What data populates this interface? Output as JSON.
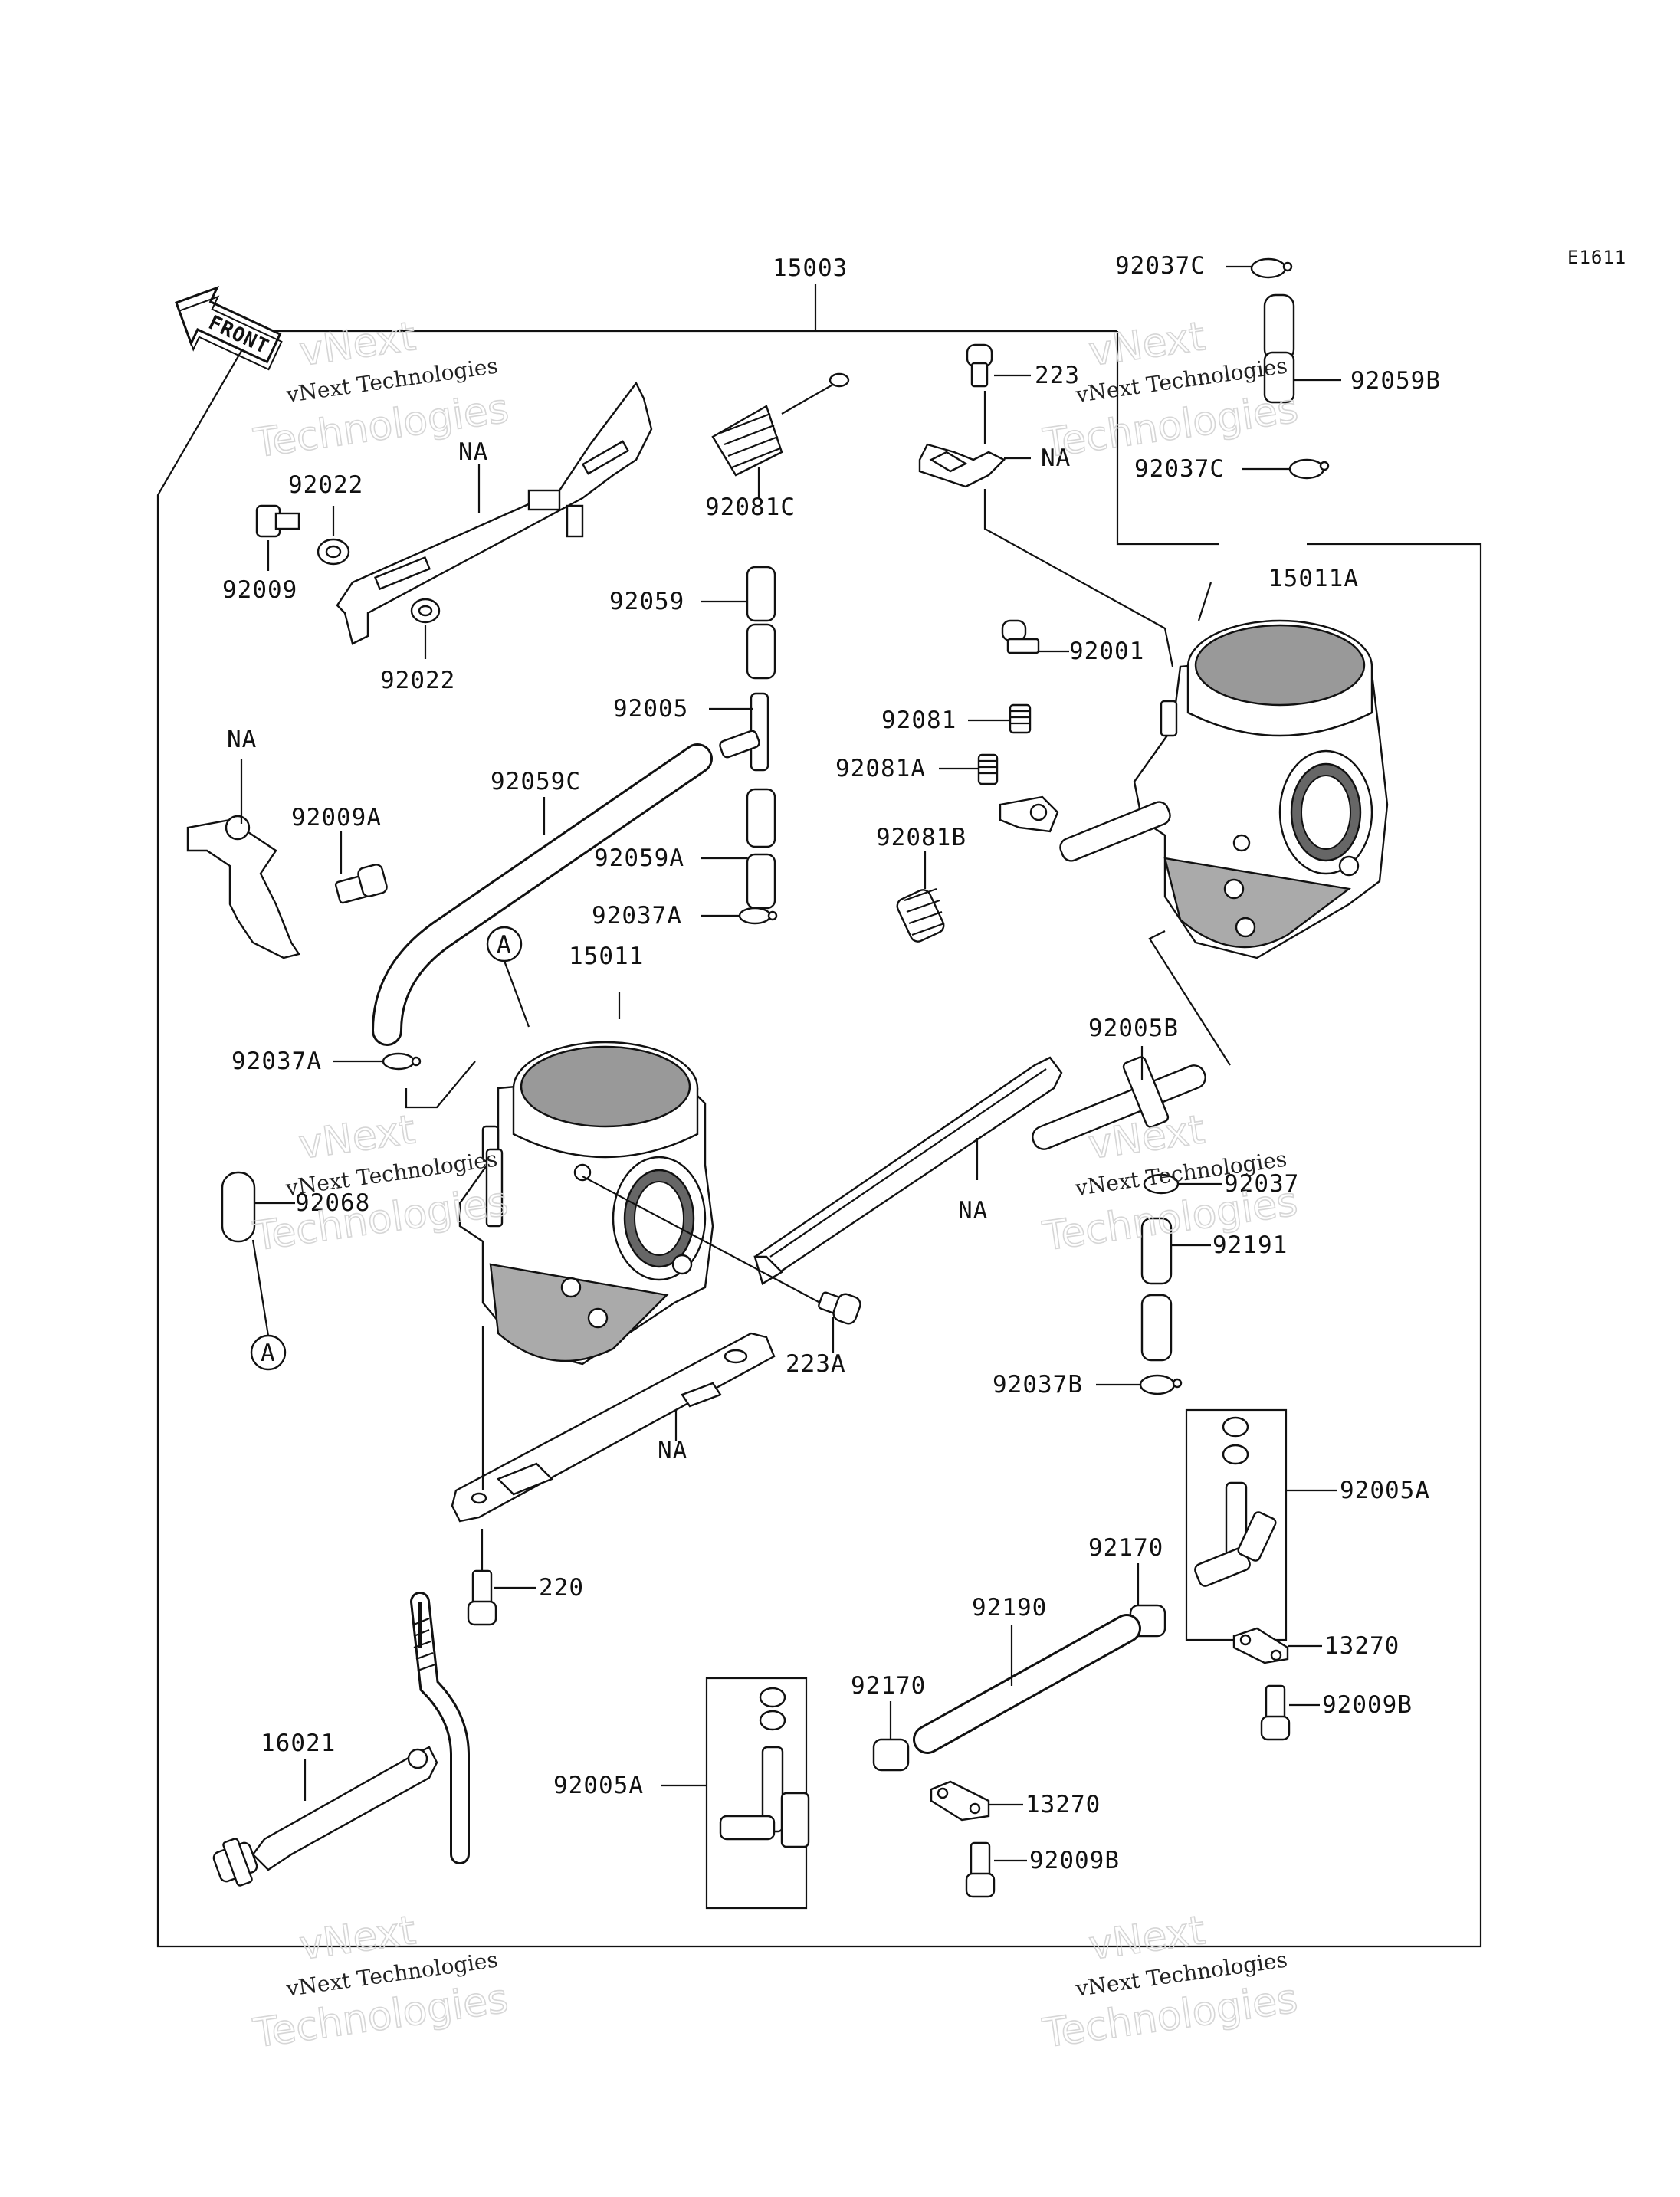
{
  "diagram_code": "E1611",
  "front_label": "FRONT",
  "watermark": {
    "line1": "vNext Technologies",
    "line2": "vNext",
    "line3": "Technologies"
  },
  "labels": {
    "p15003": "15003",
    "p92037C_top": "92037C",
    "p92059B": "92059B",
    "p92037C_mid": "92037C",
    "p223": "223",
    "p_na_bracket_right": "NA",
    "p15011A": "15011A",
    "p92022_top": "92022",
    "p92009": "92009",
    "p92022_bottom": "92022",
    "p_na_link_top": "NA",
    "p92081C": "92081C",
    "p92059": "92059",
    "p92005": "92005",
    "p92059C": "92059C",
    "p92059A": "92059A",
    "p92037A_mid": "92037A",
    "p_na_left": "NA",
    "p92009A": "92009A",
    "p92001": "92001",
    "p92081": "92081",
    "p92081A": "92081A",
    "p92081B": "92081B",
    "callout_A_top": "A",
    "p15011": "15011",
    "p92037A_left": "92037A",
    "p92068": "92068",
    "callout_A_bottom": "A",
    "p92005B": "92005B",
    "p92037": "92037",
    "p_na_mid": "NA",
    "p92191": "92191",
    "p223A": "223A",
    "p92037B": "92037B",
    "p_na_bottom": "NA",
    "p92005A_right": "92005A",
    "p92170_right": "92170",
    "p220": "220",
    "p92190": "92190",
    "p13270_right": "13270",
    "p92009B_right": "92009B",
    "p16021": "16021",
    "p92170_left": "92170",
    "p92005A_left": "92005A",
    "p13270_left": "13270",
    "p92009B_left": "92009B"
  }
}
